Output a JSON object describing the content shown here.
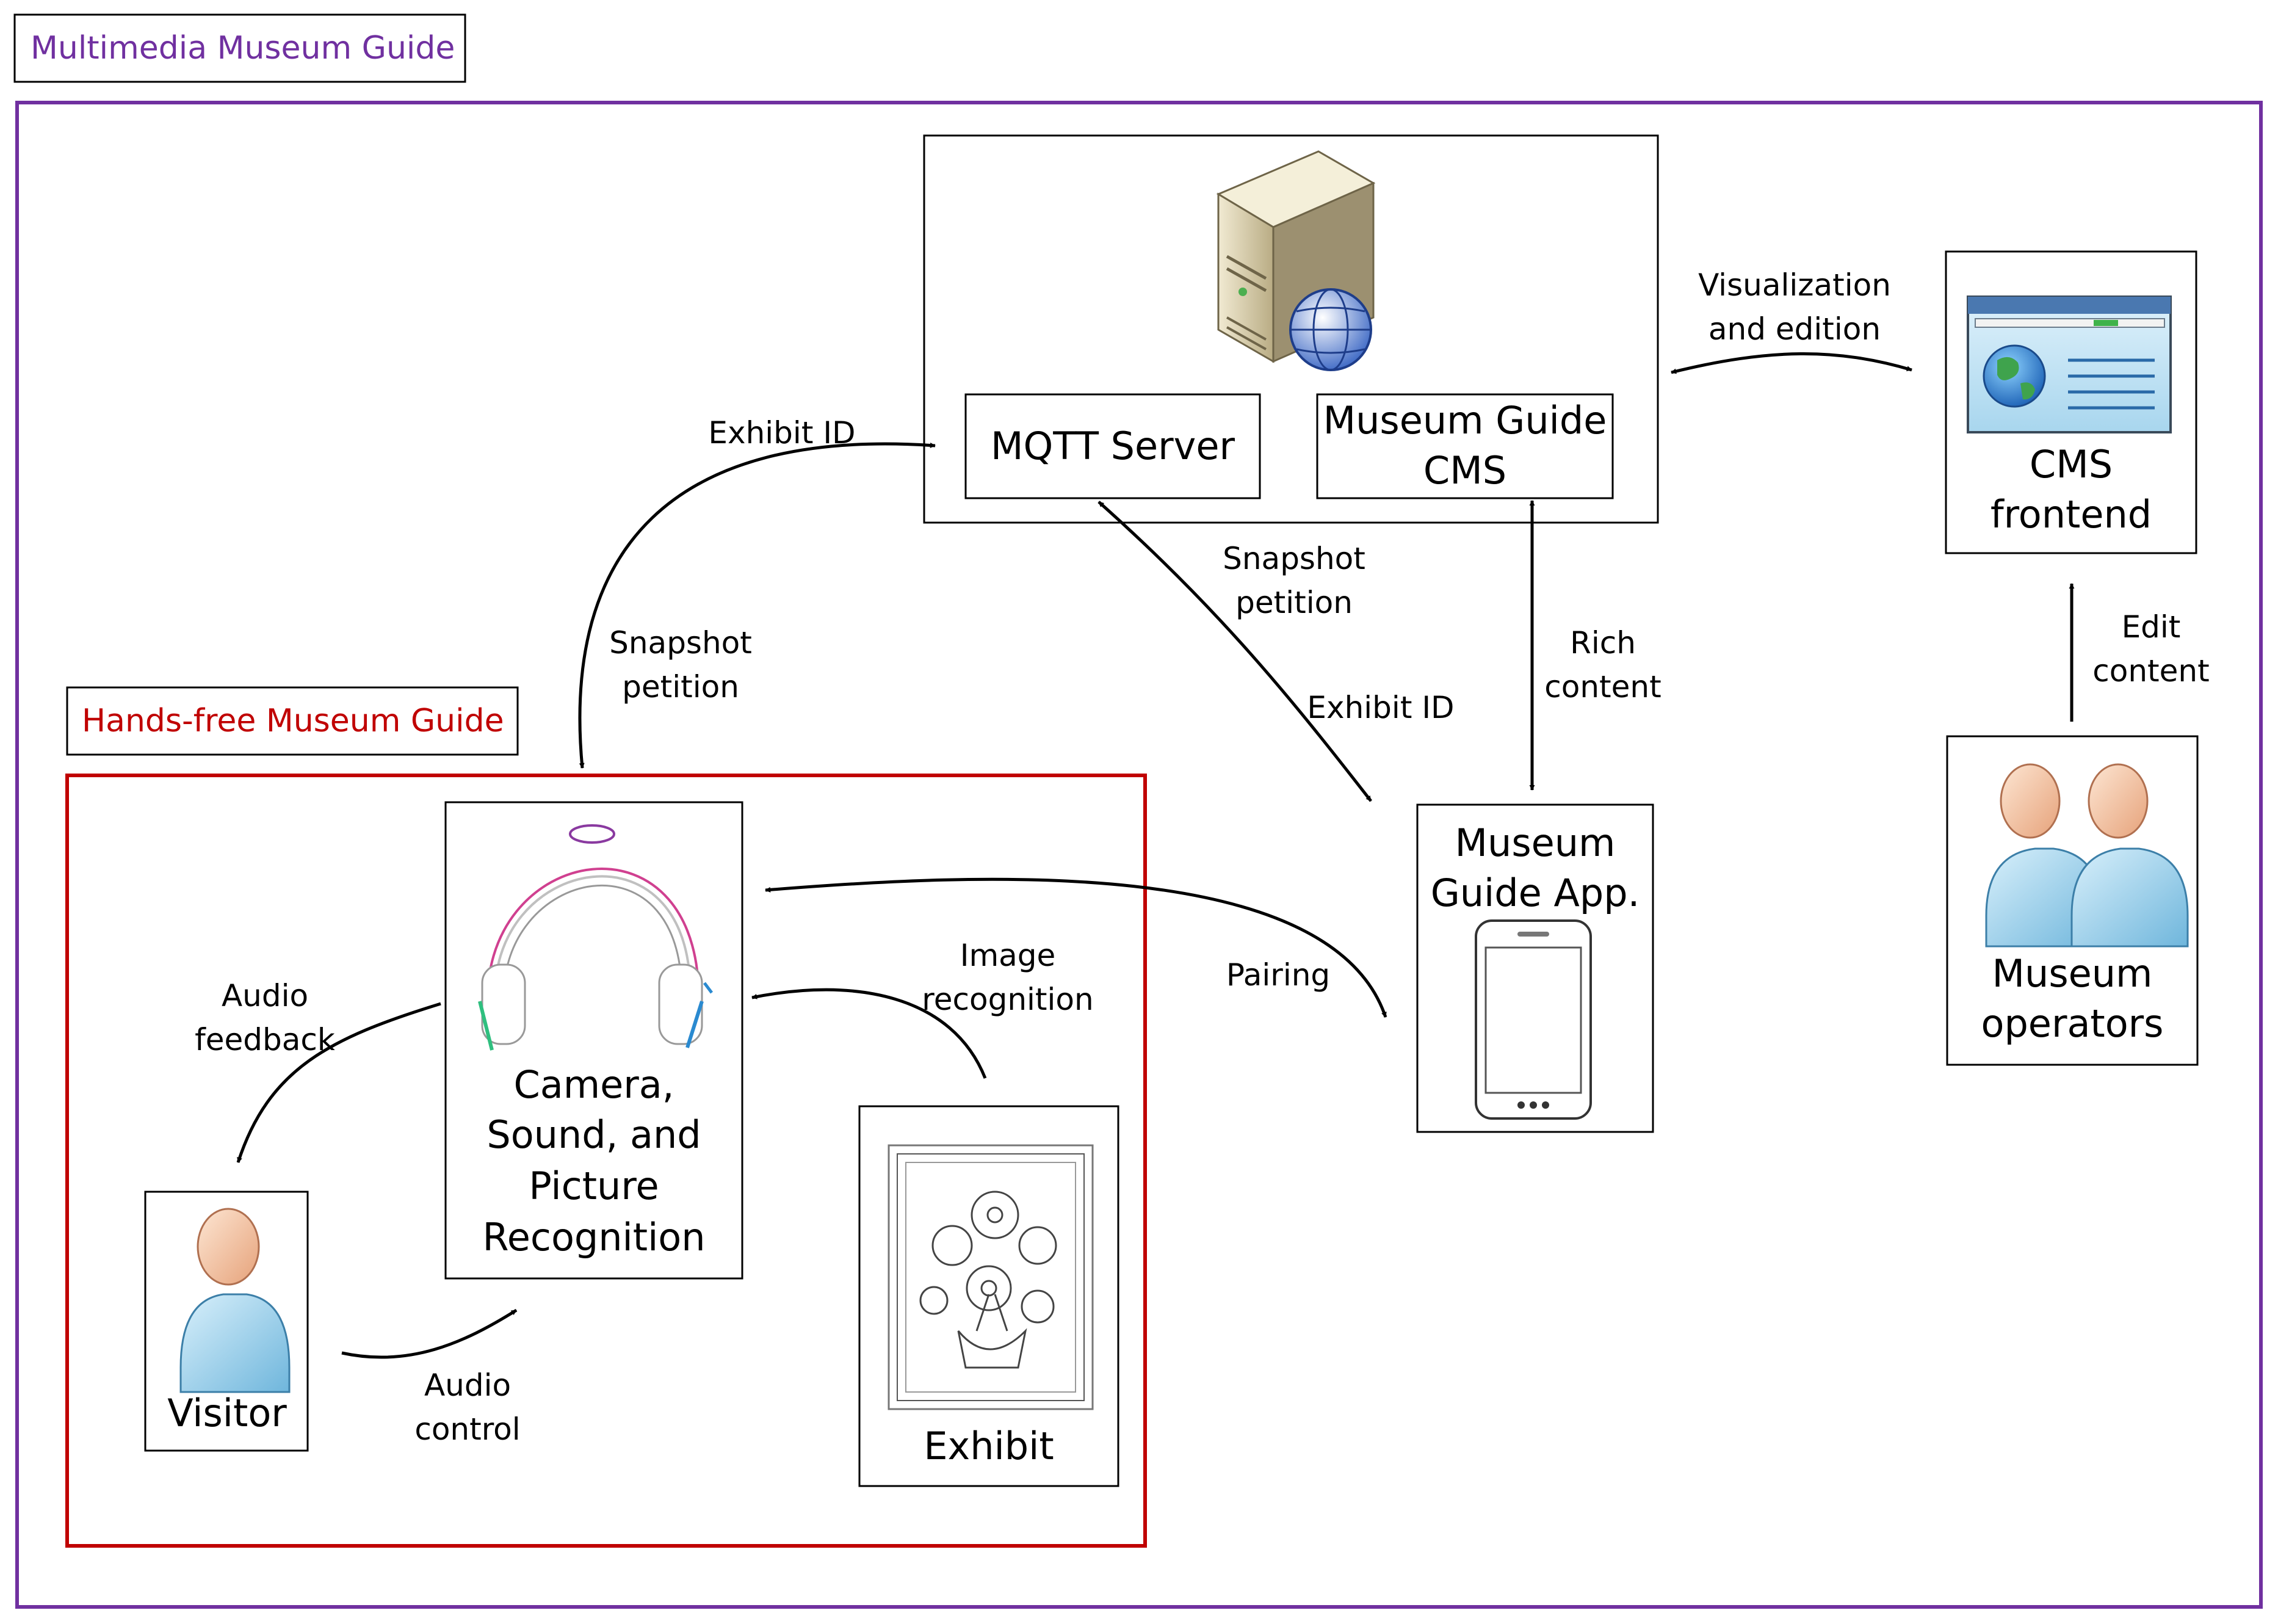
{
  "diagram": {
    "outer_group": {
      "label": "Multimedia Museum Guide",
      "color": "#7030a0"
    },
    "inner_group": {
      "label": "Hands-free Museum Guide",
      "color": "#c00000"
    },
    "nodes": {
      "mqtt_server": {
        "label": "MQTT Server"
      },
      "cms": {
        "label_line1": "Museum Guide",
        "label_line2": "CMS"
      },
      "cms_frontend": {
        "label_line1": "CMS",
        "label_line2": "frontend",
        "icon": "browser-globe-icon"
      },
      "museum_operators": {
        "label_line1": "Museum",
        "label_line2": "operators",
        "icon": "users-icon"
      },
      "app": {
        "label_line1": "Museum",
        "label_line2": "Guide App.",
        "icon": "smartphone-icon"
      },
      "headset": {
        "label_line1": "Camera,",
        "label_line2": "Sound, and",
        "label_line3": "Picture",
        "label_line4": "Recognition",
        "icon": "headphones-icon"
      },
      "visitor": {
        "label": "Visitor",
        "icon": "user-icon"
      },
      "exhibit": {
        "label": "Exhibit",
        "icon": "painting-icon"
      },
      "server_icon": {
        "icon": "web-server-icon"
      }
    },
    "edges": {
      "exhibit_id_left": "Exhibit ID",
      "snapshot_left_line1": "Snapshot",
      "snapshot_left_line2": "petition",
      "snapshot_mid_line1": "Snapshot",
      "snapshot_mid_line2": "petition",
      "exhibit_id_mid": "Exhibit ID",
      "rich_line1": "Rich",
      "rich_line2": "content",
      "vis_line1": "Visualization",
      "vis_line2": "and edition",
      "edit_line1": "Edit",
      "edit_line2": "content",
      "pairing": "Pairing",
      "image_line1": "Image",
      "image_line2": "recognition",
      "audio_fb_line1": "Audio",
      "audio_fb_line2": "feedback",
      "audio_ctrl_line1": "Audio",
      "audio_ctrl_line2": "control"
    }
  }
}
